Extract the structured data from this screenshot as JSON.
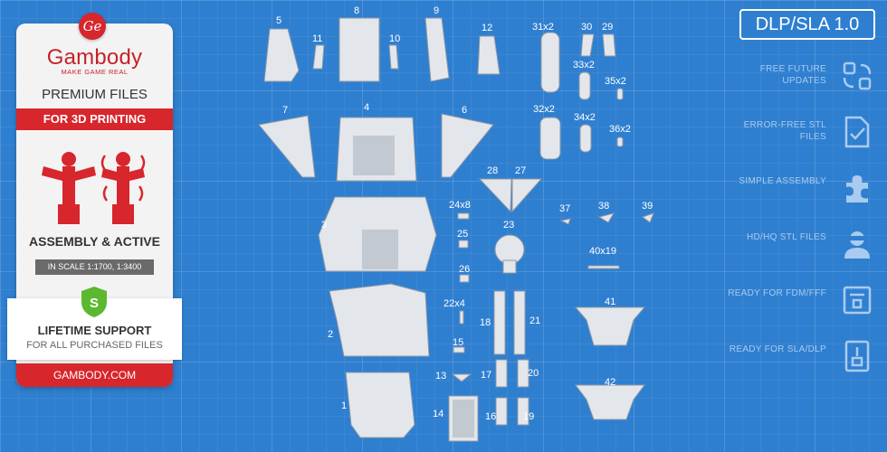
{
  "card": {
    "logo": "Ge",
    "brand": "Gambody",
    "tagline": "MAKE GAME REAL",
    "premium": "PREMIUM FILES",
    "for_3d": "FOR 3D PRINTING",
    "assembly": "ASSEMBLY & ACTIVE",
    "scale": "IN SCALE 1:1700, 1:3400",
    "shield_letter": "S",
    "lifetime": "LIFETIME SUPPORT",
    "for_all": "FOR ALL PURCHASED FILES",
    "site": "GAMBODY.COM"
  },
  "badge": "DLP/SLA 1.0",
  "features": [
    {
      "label": "FREE FUTURE UPDATES",
      "icon": "update-arrows-icon"
    },
    {
      "label": "ERROR-FREE STL FILES",
      "icon": "checked-file-icon"
    },
    {
      "label": "SIMPLE ASSEMBLY",
      "icon": "puzzle-icon"
    },
    {
      "label": "HD/HQ STL FILES",
      "icon": "figure-bust-icon"
    },
    {
      "label": "READY FOR FDM/FFF",
      "icon": "fdm-printer-icon"
    },
    {
      "label": "READY FOR SLA/DLP",
      "icon": "sla-printer-icon"
    }
  ],
  "part_labels": [
    "5",
    "8",
    "9",
    "11",
    "10",
    "12",
    "31x2",
    "30",
    "29",
    "33x2",
    "35x2",
    "7",
    "4",
    "6",
    "32x2",
    "34x2",
    "36x2",
    "28",
    "27",
    "24x8",
    "3",
    "23",
    "37",
    "38",
    "39",
    "25",
    "40x19",
    "26",
    "22x4",
    "18",
    "21",
    "41",
    "2",
    "15",
    "13",
    "17",
    "20",
    "42",
    "1",
    "14",
    "16",
    "19"
  ],
  "colors": {
    "background": "#2f7fd0",
    "accent": "#d7262c",
    "part": "#e2e5ea"
  }
}
